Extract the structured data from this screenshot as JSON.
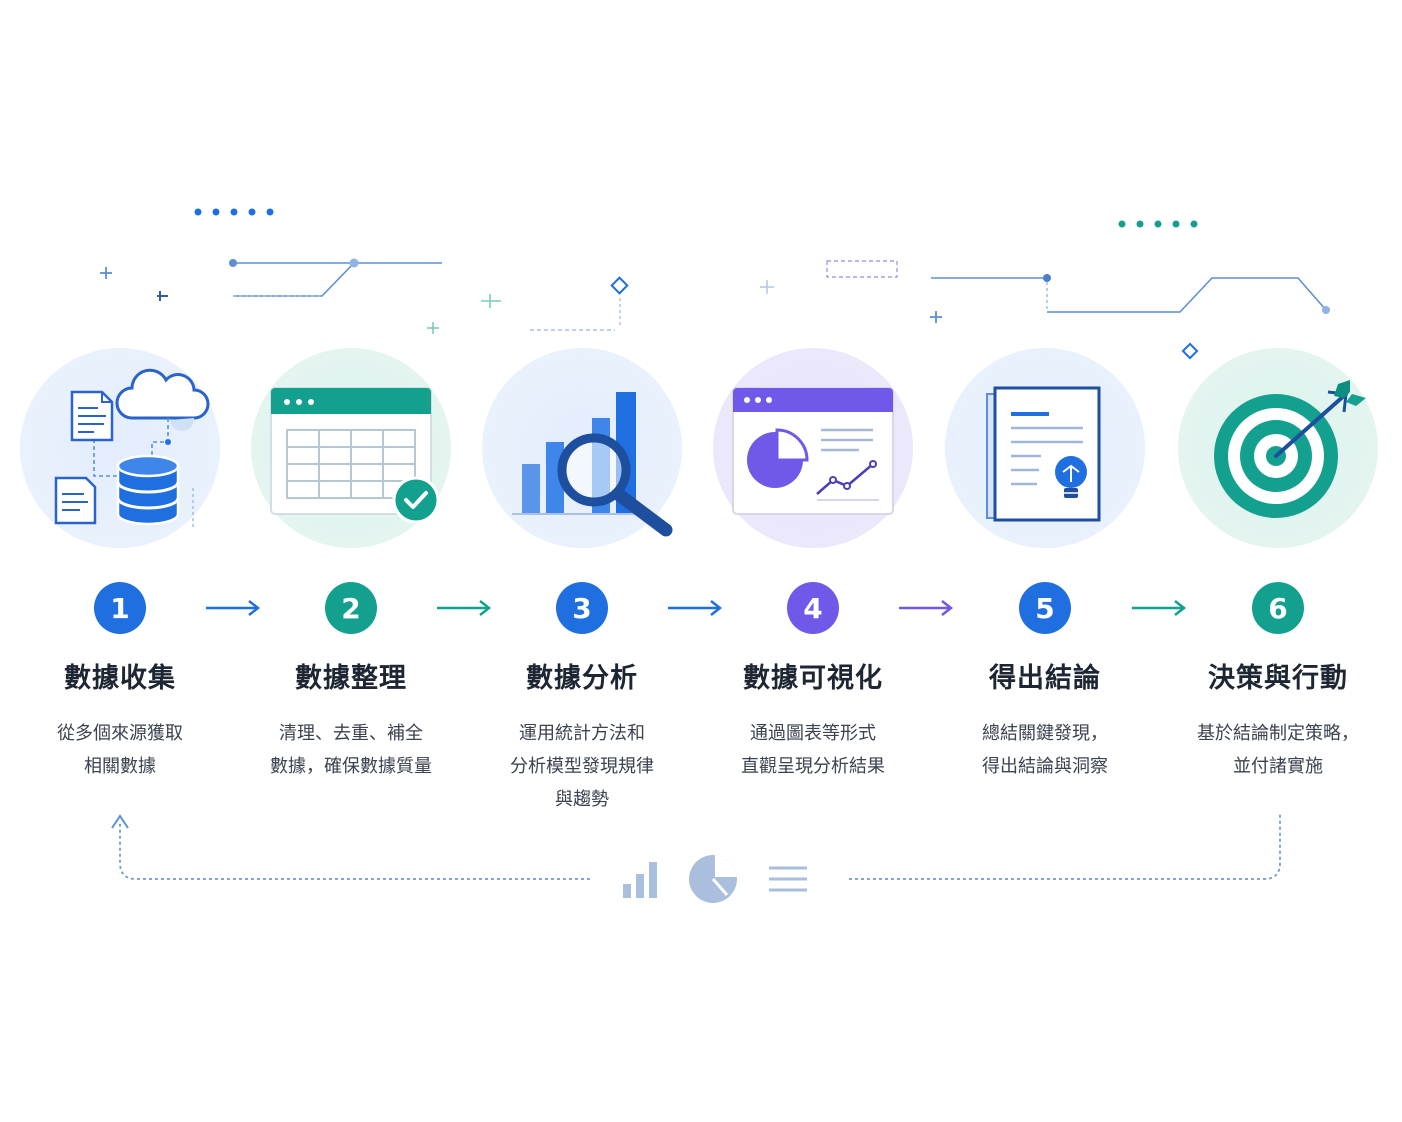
{
  "colors": {
    "blue": "#1f6fe0",
    "teal": "#13a08f",
    "purple": "#7059e8",
    "dark_teal": "#0d8f80"
  },
  "steps": [
    {
      "number": "1",
      "title": "數據收集",
      "desc": "從多個來源獲取\n相關數據",
      "color": "#1f6fe0",
      "icon": "cloud-database-icon"
    },
    {
      "number": "2",
      "title": "數據整理",
      "desc": "清理、去重、補全\n數據，確保數據質量",
      "color": "#13a08f",
      "icon": "table-check-icon"
    },
    {
      "number": "3",
      "title": "數據分析",
      "desc": "運用統計方法和\n分析模型發現規律\n與趨勢",
      "color": "#1f6fe0",
      "icon": "magnifier-chart-icon"
    },
    {
      "number": "4",
      "title": "數據可視化",
      "desc": "通過圖表等形式\n直觀呈現分析結果",
      "color": "#7059e8",
      "icon": "dashboard-window-icon"
    },
    {
      "number": "5",
      "title": "得出結論",
      "desc": "總結關鍵發現，\n得出結論與洞察",
      "color": "#1f6fe0",
      "icon": "report-lightbulb-icon"
    },
    {
      "number": "6",
      "title": "決策與行動",
      "desc": "基於結論制定策略，\n並付諸實施",
      "color": "#13a08f",
      "icon": "target-arrow-icon"
    }
  ],
  "arrows": [
    {
      "color": "#1f6fe0"
    },
    {
      "color": "#13a08f"
    },
    {
      "color": "#1f6fe0"
    },
    {
      "color": "#7059e8"
    },
    {
      "color": "#13a08f"
    }
  ],
  "loop": {
    "icons": [
      "bar-chart-icon",
      "pie-chart-icon",
      "list-lines-icon"
    ]
  }
}
